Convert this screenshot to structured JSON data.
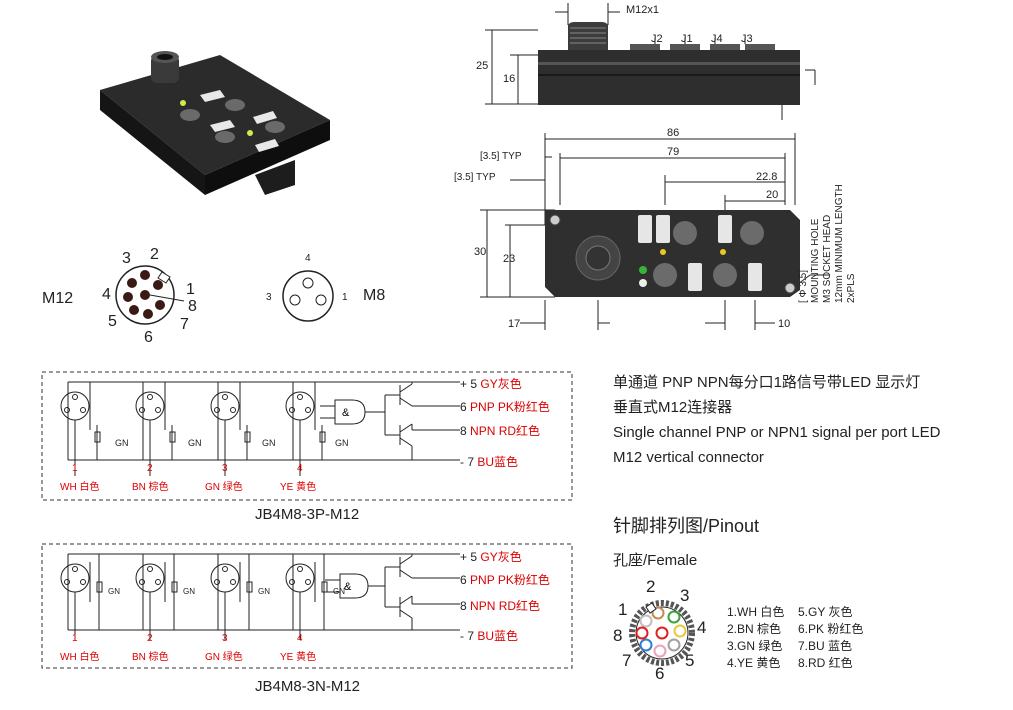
{
  "m12_connector": {
    "label": "M12",
    "pins": [
      "1",
      "2",
      "3",
      "4",
      "5",
      "6",
      "7",
      "8"
    ]
  },
  "m8_connector": {
    "label": "M8",
    "pins": [
      "1",
      "3",
      "4"
    ]
  },
  "side_view": {
    "thread": "M12x1",
    "jacks": [
      "J2",
      "J1",
      "J4",
      "J3"
    ],
    "dim_height": "25",
    "dim_body": "16"
  },
  "top_view": {
    "dim_length": "86",
    "dim_inner": "79",
    "dim_22": "22.8",
    "dim_20": "20",
    "typ1": "[3.5] TYP",
    "typ2": "[3.5] TYP",
    "dim_width": "30",
    "dim_23": "23",
    "dim_17": "17",
    "dim_10": "10",
    "mounting": [
      "[ Φ 3.5]",
      "MOUNTING HOLE",
      "M3 SOCKET HEAD",
      "12mm MINIMUM LENGTH",
      "2xPLS"
    ]
  },
  "schematics": [
    {
      "name": "JB4M8-3P-M12",
      "outputs": [
        {
          "num": "+ 5",
          "label": "GY灰色"
        },
        {
          "num": "6",
          "label": "PNP PK粉红色"
        },
        {
          "num": "8",
          "label": "NPN RD红色"
        },
        {
          "num": "- 7",
          "label": "BU蓝色"
        }
      ],
      "ports": [
        "1",
        "2",
        "3",
        "4"
      ],
      "colors": [
        "WH 白色",
        "BN 棕色",
        "GN 绿色",
        "YE 黄色"
      ],
      "led": "GN",
      "gate": "&"
    },
    {
      "name": "JB4M8-3N-M12",
      "outputs": [
        {
          "num": "+ 5",
          "label": "GY灰色"
        },
        {
          "num": "6",
          "label": "PNP PK粉红色"
        },
        {
          "num": "8",
          "label": "NPN RD红色"
        },
        {
          "num": "- 7",
          "label": "BU蓝色"
        }
      ],
      "ports": [
        "1",
        "2",
        "3",
        "4"
      ],
      "colors": [
        "WH 白色",
        "BN 棕色",
        "GN 绿色",
        "YE 黄色"
      ],
      "led": "GN",
      "gate": "&"
    }
  ],
  "description": {
    "line1": "单通道 PNP NPN每分口1路信号带LED 显示灯",
    "line2": "垂直式M12连接器",
    "line3": "Single channel PNP or NPN1 signal per port LED",
    "line4": "M12 vertical connector"
  },
  "pinout": {
    "title": "针脚排列图/Pinout",
    "subtitle": "孔座/Female",
    "numbers": [
      "1",
      "2",
      "3",
      "4",
      "5",
      "6",
      "7",
      "8"
    ],
    "legend_left": [
      "1.WH 白色",
      "2.BN 棕色",
      "3.GN 绿色",
      "4.YE 黄色"
    ],
    "legend_right": [
      "5.GY 灰色",
      "6.PK 粉红色",
      "7.BU 蓝色",
      "8.RD 红色"
    ],
    "pin_colors": [
      "#c0c0c0",
      "#c68a52",
      "#3aa33a",
      "#e8c93a",
      "#a0a0a0",
      "#f0a0b8",
      "#2f7fd0",
      "#e02020"
    ]
  }
}
